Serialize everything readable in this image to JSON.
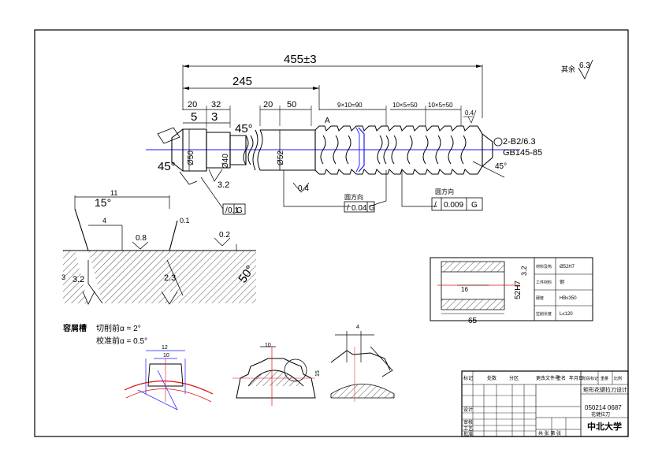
{
  "dimensions": {
    "overall": "455±3",
    "left_part": "245",
    "seg_20a": "20",
    "seg_32": "32",
    "seg_5": "5",
    "seg_3": "3",
    "seg_20b": "20",
    "seg_50": "50",
    "group_9x10": "9×10=90",
    "group_10x5a": "10×5=50",
    "group_10x5b": "10×5=50",
    "dim_4": "4",
    "left_angle": "45°",
    "center_angle": "45°",
    "right_angle": "45°",
    "d50": "Ø50",
    "d4x": "Ø40",
    "d52": "Ø52",
    "rough_06": "0.4",
    "rough_32": "3.2",
    "rough_04b": "0.4",
    "rough_04c": "0.4",
    "center_hole": "2-B2/6.3",
    "center_std": "GB145-85",
    "rest_rough_label": "其余",
    "rest_rough_value": "6.3"
  },
  "tolerance_frames": [
    {
      "symbol": "/",
      "value": "0.1",
      "datum": "G"
    },
    {
      "label": "圆方向",
      "symbol": "/",
      "value": "0.04",
      "datum": "G"
    },
    {
      "label": "圆方向",
      "symbol": "/",
      "value": "0.009",
      "datum": "G"
    }
  ],
  "tooth_detail": {
    "dim_11": "11",
    "dim_4": "4",
    "angle_15": "15°",
    "angle_50": "50°",
    "r01": "0.1",
    "r08": "0.8",
    "r02": "0.2",
    "dim_3": "3",
    "rough_32": "3.2",
    "rough_23": "2.3"
  },
  "angle_note": {
    "title": "容屑槽",
    "line1": "切削前α = 2°",
    "line2": "校准前α = 0.5°"
  },
  "bush_detail": {
    "dim_52": "52H7",
    "dim_16": "16",
    "dim_65": "65",
    "rough": "3.2",
    "table": [
      [
        "材料及热",
        "Ø52H7"
      ],
      [
        "工件材料",
        "钢"
      ],
      [
        "硬度",
        "HB≤350"
      ],
      [
        "拉削长度",
        "L≤120"
      ]
    ]
  },
  "small_views": {
    "v1_dim_12": "12",
    "v1_dim_10": "10",
    "v2_dim_10": "10",
    "v3_dim_4": "4",
    "v3_dim_15": "15"
  },
  "title_block": {
    "header": [
      "标记",
      "处数",
      "分区",
      "更改文件号",
      "签名",
      "年月日"
    ],
    "stage_label": "阶段标记",
    "weight_label": "重量",
    "scale_label": "比例",
    "part_name": "矩形花键拉刀设计",
    "drawing_no": "050214 0687",
    "sub_name": "花键拉刀",
    "rows": [
      "设计",
      "审核",
      "工艺",
      "批准"
    ],
    "sheet": "共 张 第 张",
    "school": "中北大学"
  }
}
